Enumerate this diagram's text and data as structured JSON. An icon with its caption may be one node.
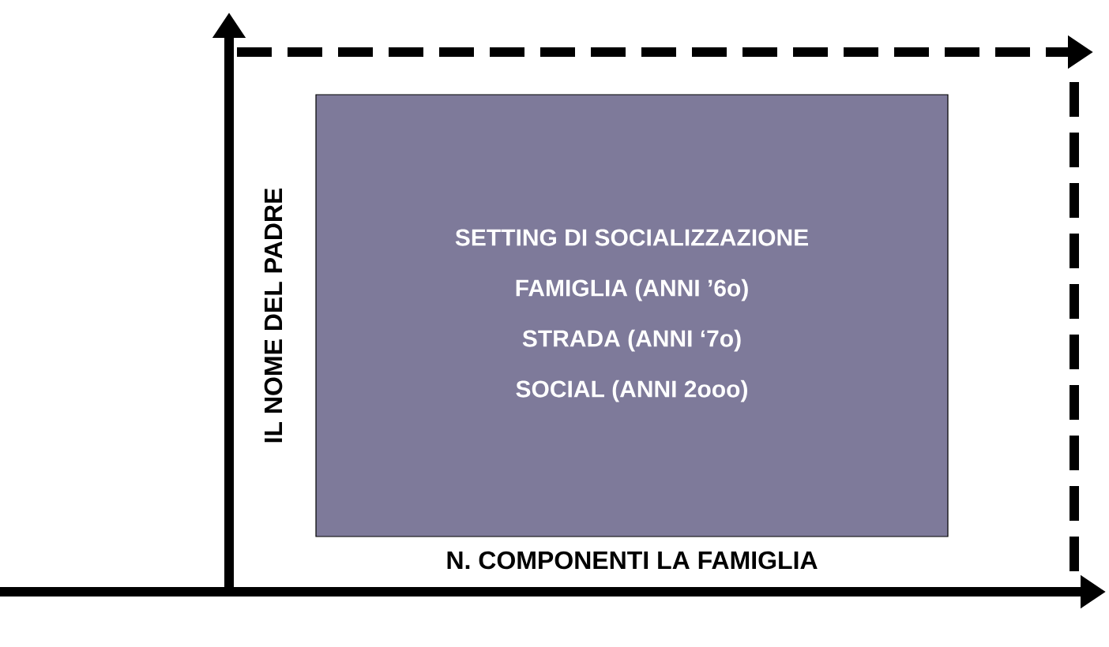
{
  "diagram": {
    "nodes": [
      {
        "text": [
          "SETTING DI SOCIALIZZAZIONE",
          "FAMIGLIA (ANNI ’6o)",
          "STRADA (ANNI ‘7o)",
          "SOCIAL (ANNI 2ooo)"
        ]
      }
    ],
    "labels": [
      "IL NOME DEL PADRE",
      "N. COMPONENTI LA FAMIGLIA"
    ]
  }
}
